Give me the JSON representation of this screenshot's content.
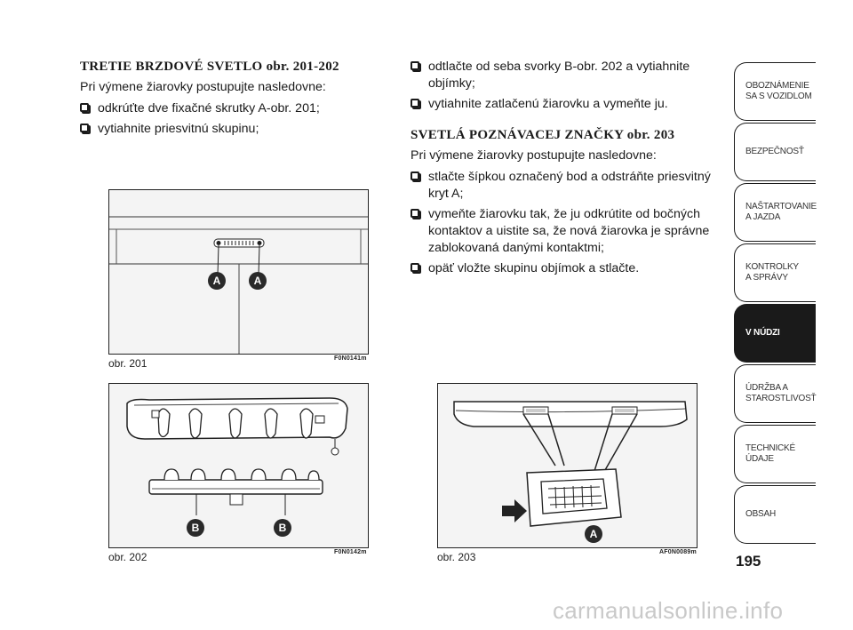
{
  "left": {
    "heading": "TRETIE BRZDOVÉ SVETLO obr. 201-202",
    "intro": "Pri výmene žiarovky postupujte nasledovne:",
    "bullets": [
      "odkrúťte dve fixačné skrutky A-obr. 201;",
      "vytiahnite priesvitnú skupinu;"
    ]
  },
  "right": {
    "bullets_top": [
      "odtlačte od seba svorky B-obr. 202 a vytiahnite objímky;",
      "vytiahnite zatlačenú žiarovku a vymeňte ju."
    ],
    "heading": "SVETLÁ POZNÁVACEJ ZNAČKY obr. 203",
    "intro": "Pri výmene žiarovky postupujte nasledovne:",
    "bullets": [
      "stlačte šípkou označený bod a odstráňte priesvitný kryt A;",
      "vymeňte žiarovku tak, že ju odkrútite od bočných kontaktov a uistite sa, že nová žiarovka je správne zablokovaná danými kontaktmi;",
      "opäť vložte skupinu objímok a stlačte."
    ]
  },
  "figures": {
    "fig201": {
      "caption": "obr. 201",
      "code": "F0N0141m",
      "labels": [
        "A",
        "A"
      ]
    },
    "fig202": {
      "caption": "obr. 202",
      "code": "F0N0142m",
      "labels": [
        "B",
        "B"
      ]
    },
    "fig203": {
      "caption": "obr. 203",
      "code": "AF0N0089m",
      "labels": [
        "A"
      ]
    }
  },
  "tabs": [
    "OBOZNÁMENIE\nSA S VOZIDLOM",
    "BEZPEČNOSŤ",
    "NAŠTARTOVANIE\nA JAZDA",
    "KONTROLKY\nA SPRÁVY",
    "V NÚDZI",
    "ÚDRŽBA A\nSTAROSTLIVOSŤ",
    "TECHNICKÉ\nÚDAJE",
    "OBSAH"
  ],
  "active_tab": "V NÚDZI",
  "page_number": "195",
  "watermark": "carmanualsonline.info"
}
